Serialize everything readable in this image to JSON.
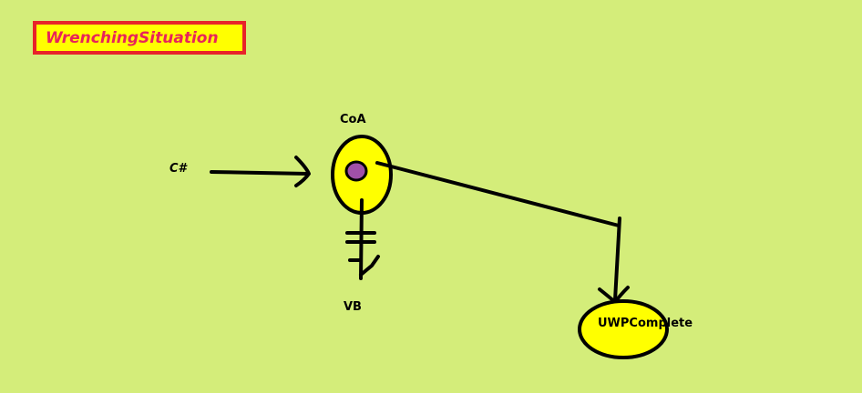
{
  "title": "WrenchingSituation",
  "nodes": {
    "csharp": "C#",
    "coa": "CoA",
    "vb": "VB",
    "uwp": "UWPComplete"
  },
  "colors": {
    "background": "#d4ed7a",
    "title_fill": "#ffff00",
    "title_border": "#e8232a",
    "title_text": "#e8235a",
    "node_fill": "#ffff00",
    "nucleus_fill": "#a050a8",
    "stroke": "#000000"
  }
}
